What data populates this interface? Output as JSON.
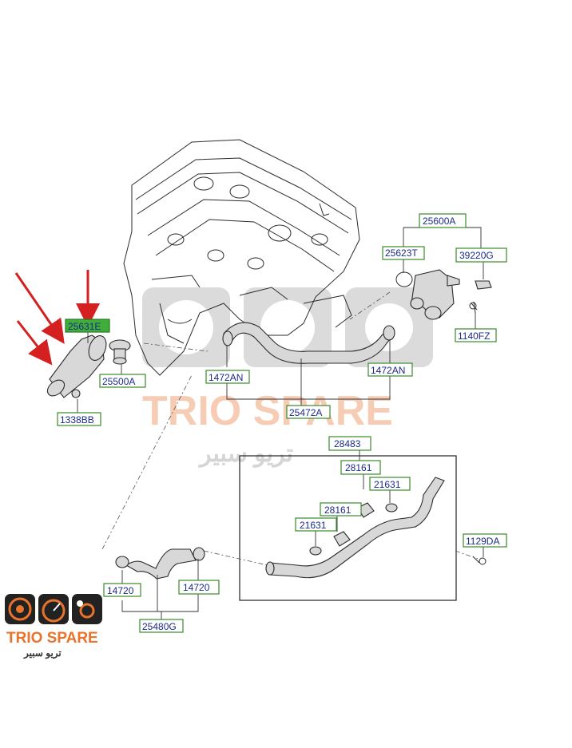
{
  "labels": {
    "l25600A": "25600A",
    "l25623T": "25623T",
    "l39220G": "39220G",
    "l1140FZ": "1140FZ",
    "l25631E": "25631E",
    "l25500A": "25500A",
    "l1338BB": "1338BB",
    "l1472AN_left": "1472AN",
    "l1472AN_right": "1472AN",
    "l25472A": "25472A",
    "l28483": "28483",
    "l28161_top": "28161",
    "l21631_top": "21631",
    "l28161_mid": "28161",
    "l21631_mid": "21631",
    "l1129DA": "1129DA",
    "l14720_left": "14720",
    "l14720_right": "14720",
    "l25480G": "25480G"
  },
  "watermark": {
    "brand": "TRIO SPARE",
    "arabic": "تريو سبير"
  },
  "logo": {
    "brand": "TRIO SPARE",
    "arabic": "تريو سبير"
  },
  "colors": {
    "highlight": "#3fae3a",
    "label_text": "#1a2a8a",
    "arrow": "#d42020",
    "brand_orange": "#e8732a",
    "brand_dark": "#222222"
  }
}
